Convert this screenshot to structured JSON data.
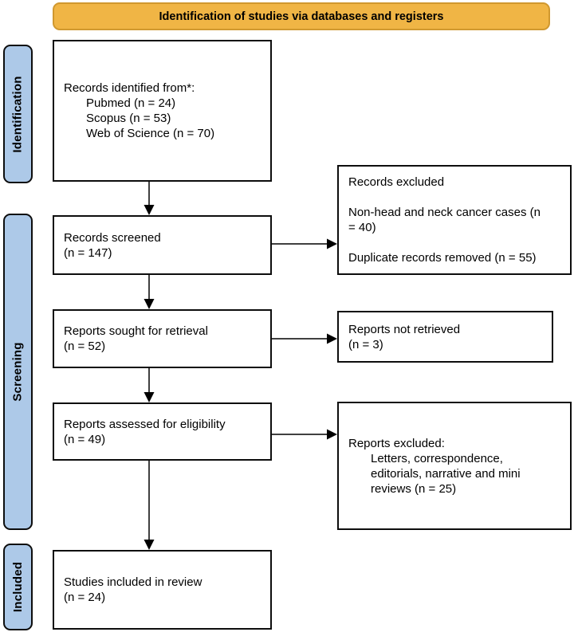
{
  "banner": {
    "label": "Identification of studies via databases and registers"
  },
  "stages": {
    "identification": "Identification",
    "screening": "Screening",
    "included": "Included"
  },
  "colors": {
    "banner_fill": "#F0B545",
    "banner_border": "#D0982F",
    "stage_fill": "#ADC9E8",
    "line": "#000000"
  },
  "boxes": {
    "records_identified": {
      "title": "Records identified from*:",
      "items": [
        "Pubmed (n = 24)",
        "Scopus (n = 53)",
        "Web of Science (n = 70)"
      ]
    },
    "records_screened": {
      "line1": "Records screened",
      "line2": "(n = 147)"
    },
    "records_excluded": {
      "title": "Records excluded",
      "paragraphs": [
        [
          "Non-head and neck cancer cases (n",
          "= 40)"
        ],
        [
          "Duplicate records removed  (n = 55)"
        ]
      ]
    },
    "reports_sought": {
      "line1": "Reports sought for retrieval",
      "line2": "(n = 52)"
    },
    "reports_not_retrieved": {
      "line1": "Reports not retrieved",
      "line2": "(n = 3)"
    },
    "reports_assessed": {
      "line1": "Reports assessed for eligibility",
      "line2": "(n = 49)"
    },
    "reports_excluded": {
      "title": "Reports excluded:",
      "lines": [
        "Letters, correspondence,",
        "editorials, narrative and mini",
        "reviews (n = 25)"
      ]
    },
    "studies_included": {
      "line1": "Studies included in review",
      "line2": "(n = 24)"
    }
  }
}
